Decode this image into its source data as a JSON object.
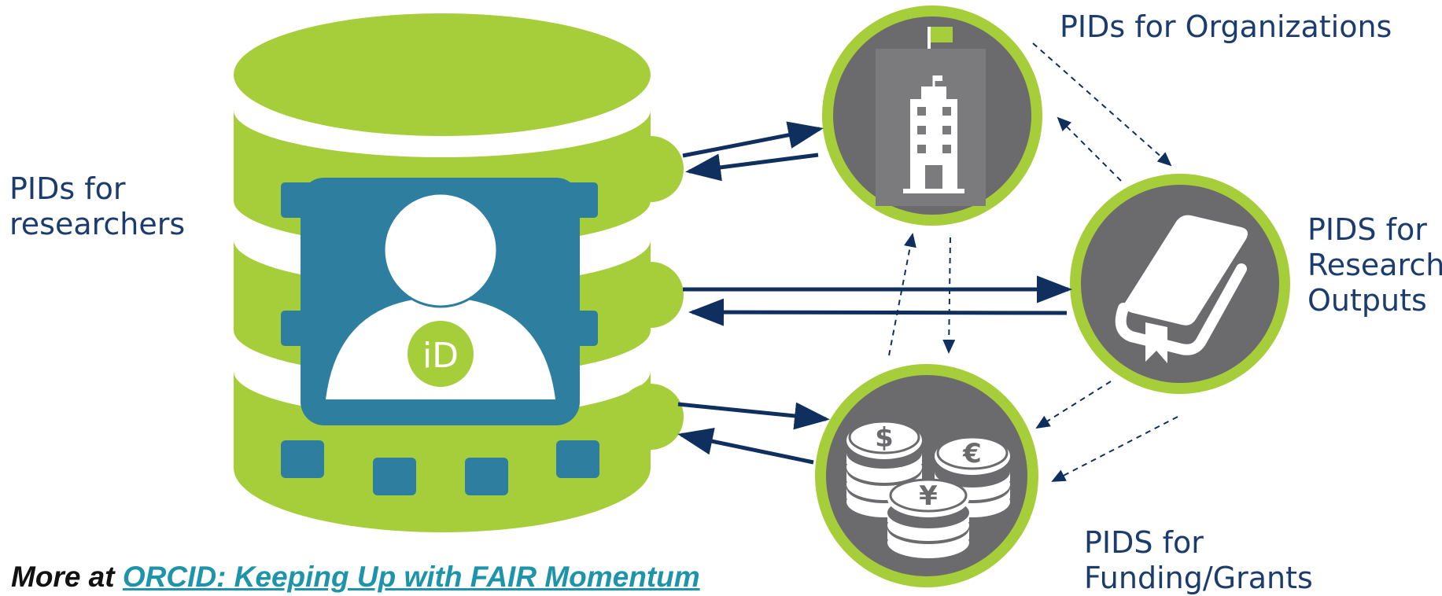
{
  "labels": {
    "researchers": [
      "PIDs for",
      "researchers"
    ],
    "organizations": "PIDs for Organizations",
    "research_outputs": [
      "PIDS for",
      "Research",
      "Outputs"
    ],
    "funding": [
      "PIDS for",
      "Funding/Grants"
    ]
  },
  "footer": {
    "prefix": "More at",
    "link_text": "ORCID: Keeping Up with FAIR Momentum"
  },
  "badge_text": "iD",
  "currency_symbols": [
    "$",
    "€",
    "¥"
  ],
  "colors": {
    "green": "#a6cd3a",
    "teal": "#2e7f9f",
    "gray": "#6b6b6e",
    "navy": "#0f2f5f",
    "label_text": "#1c3c6e",
    "link": "#1e94aa"
  },
  "icons": [
    "database-icon",
    "researcher-avatar-icon",
    "orcid-id-icon",
    "building-icon",
    "flag-icon",
    "book-icon",
    "coins-icon"
  ]
}
